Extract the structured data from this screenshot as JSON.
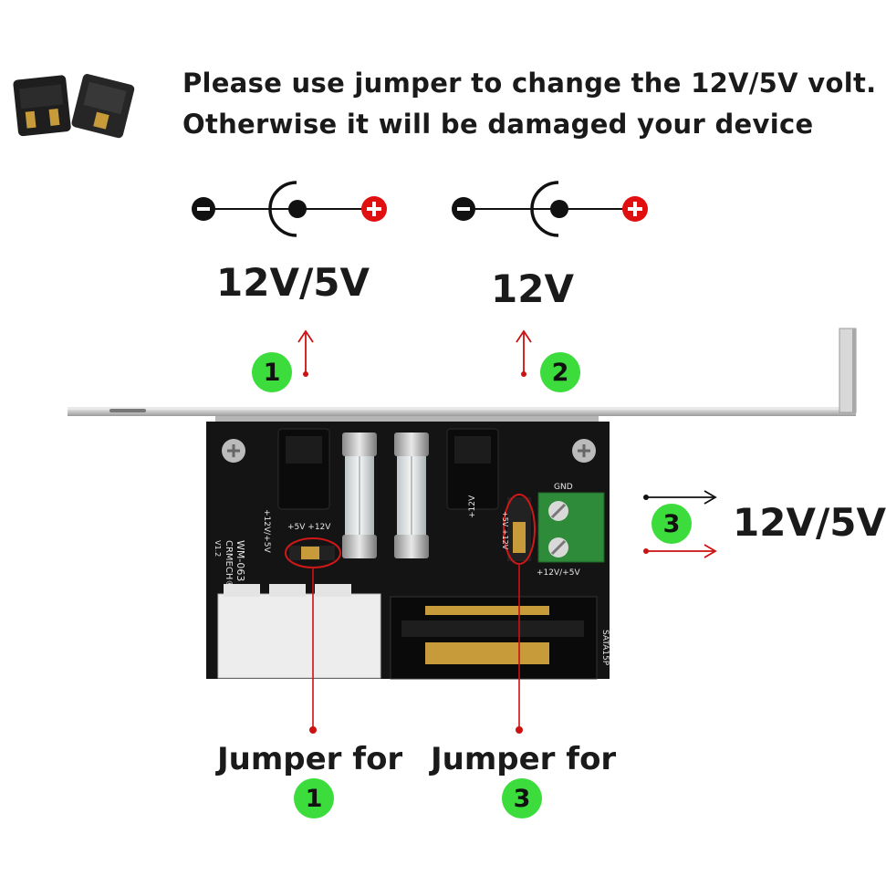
{
  "notice": {
    "line1": "Please use jumper to change the 12V/5V volt.",
    "line2": "Otherwise it will be damaged your device"
  },
  "outputs": [
    {
      "badge": "1",
      "voltage": "12V/5V"
    },
    {
      "badge": "2",
      "voltage": "12V"
    },
    {
      "badge": "3",
      "voltage": "12V/5V"
    }
  ],
  "jumpers": [
    {
      "label": "Jumper for",
      "badge": "1"
    },
    {
      "label": "Jumper for",
      "badge": "3"
    }
  ],
  "board": {
    "model": "WM-063",
    "brand": "CRMECH®",
    "version": "V1.2",
    "label_dc1": "+12V/+5V",
    "label_j1": "+5V  +12V",
    "label_dc2": "+12V",
    "label_j3": "+5V +12V",
    "label_gnd": "GND",
    "label_term": "+12V/+5V",
    "label_sata": "SATA15P"
  },
  "colors": {
    "badge_green": "#3cdc3c",
    "arrow_red": "#cc1111",
    "pcb_black": "#141414",
    "terminal_green": "#2e8b3a"
  }
}
